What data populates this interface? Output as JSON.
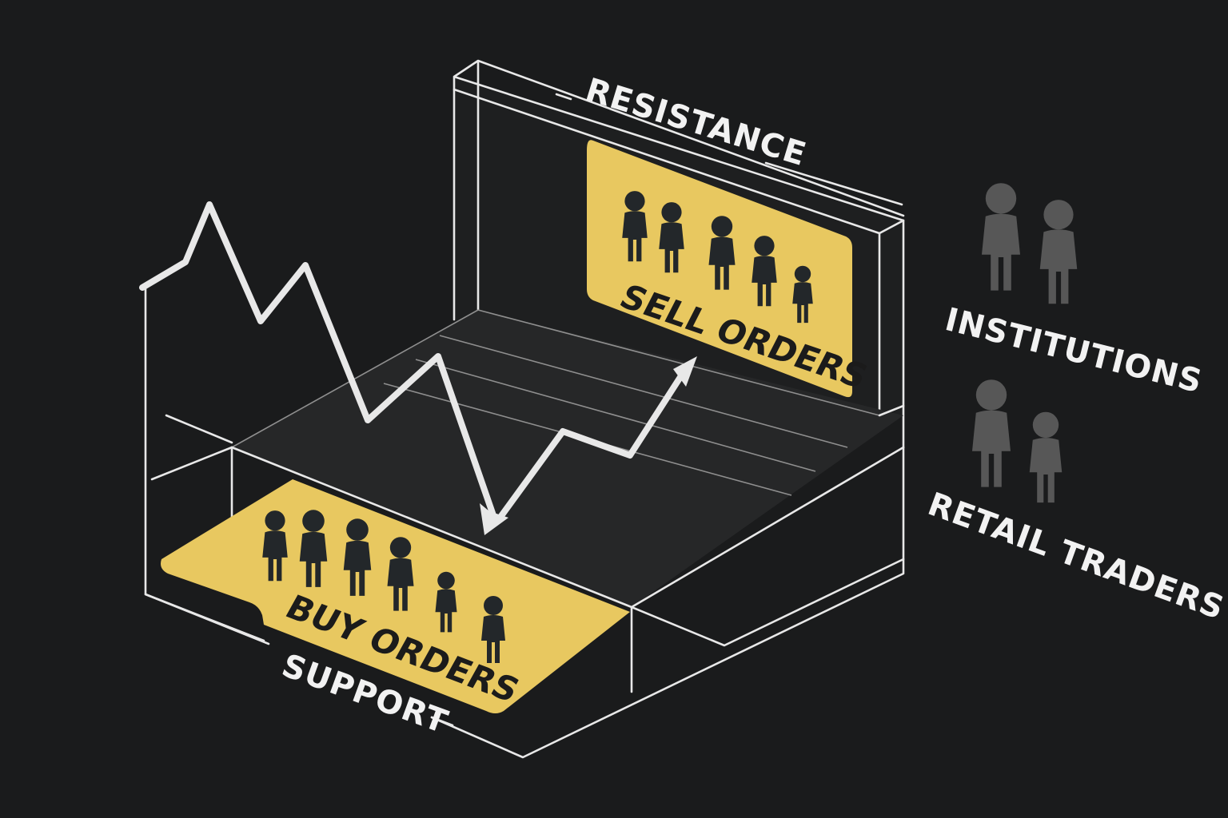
{
  "labels": {
    "resistance": "RESISTANCE",
    "support": "SUPPORT",
    "sell_orders": "SELL ORDERS",
    "buy_orders": "BUY ORDERS",
    "institutions": "INSTITUTIONS",
    "retail_traders": "RETAIL TRADERS"
  },
  "colors": {
    "background": "#1a1b1c",
    "panel_yellow": "#e8c860",
    "line": "#e8e8e8",
    "figure_dark": "#23272a",
    "figure_grey": "#575757"
  },
  "icons": {
    "crowd": "person-icon",
    "price_path": "arrow-icon"
  }
}
